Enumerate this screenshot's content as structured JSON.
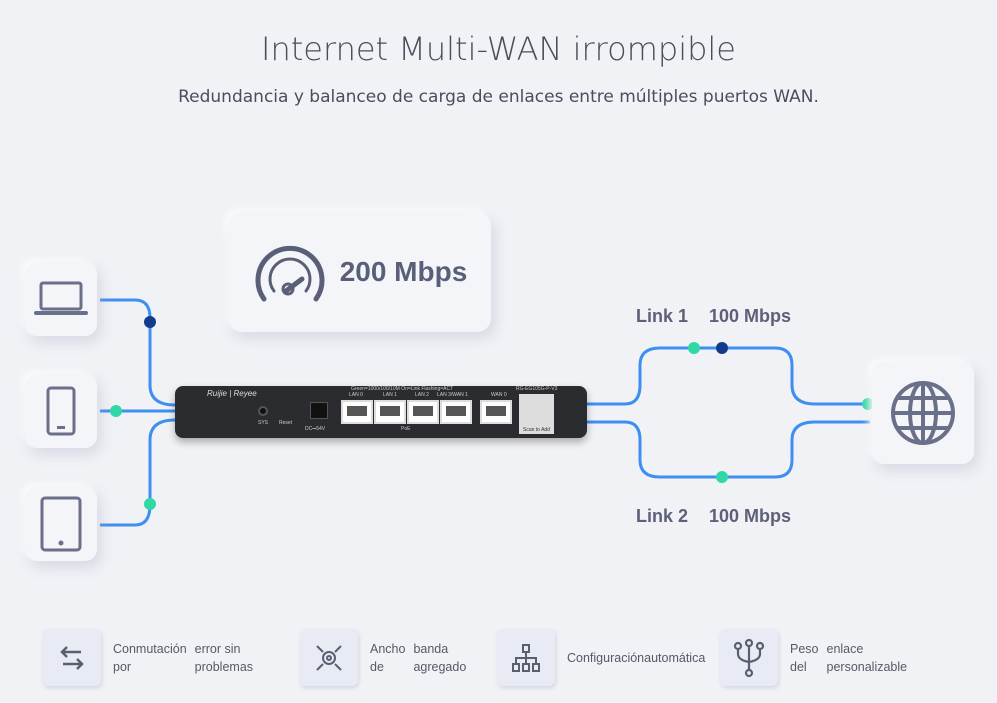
{
  "header": {
    "title": "Internet Multi-WAN irrompible",
    "subtitle": "Redundancia y balanceo de carga de enlaces entre múltiples puertos WAN."
  },
  "speed": {
    "value": "200 Mbps",
    "icon": "speedometer-icon"
  },
  "devices": [
    "laptop-icon",
    "phone-icon",
    "tablet-icon"
  ],
  "links": [
    {
      "name": "Link 1",
      "speed": "100 Mbps"
    },
    {
      "name": "Link 2",
      "speed": "100 Mbps"
    }
  ],
  "router": {
    "brand": "Ruijie | Reyee",
    "legend": "Green=1000/100/10M On=Link Flashing=ACT",
    "ports": [
      "LAN 0",
      "LAN 1",
      "LAN 2",
      "LAN 3/WAN 1"
    ],
    "wan": "WAN 0",
    "model": "RG-EG105G-P-V3",
    "sys": "SYS",
    "reset": "Reset",
    "dc": "DC⎓54V",
    "poe": "PoE",
    "qr": "Scan to Add"
  },
  "features": [
    {
      "icon": "switch-arrows-icon",
      "words": [
        "Conmutación",
        "error sin",
        "por",
        "problemas"
      ]
    },
    {
      "icon": "aggregate-icon",
      "words": [
        "Ancho",
        "banda",
        "de",
        "agregado"
      ]
    },
    {
      "icon": "hierarchy-icon",
      "words": [
        "Configuraciónautomática"
      ]
    },
    {
      "icon": "fork-icon",
      "words": [
        "Peso",
        "enlace",
        "del",
        "personalizable"
      ]
    }
  ],
  "colors": {
    "line": "#3d8ff0",
    "dot_teal": "#2fd8a4",
    "dot_navy": "#143a8c"
  }
}
